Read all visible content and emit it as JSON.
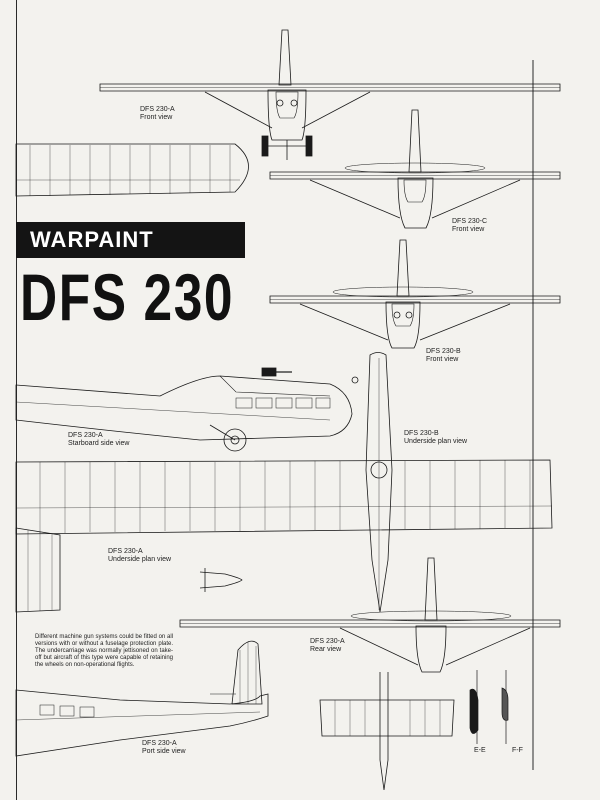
{
  "banner": "WARPAINT",
  "title": "DFS 230",
  "labels": {
    "a_front": {
      "name": "DFS 230-A",
      "view": "Front view"
    },
    "c_front": {
      "name": "DFS 230-C",
      "view": "Front view"
    },
    "b_front": {
      "name": "DFS 230-B",
      "view": "Front view"
    },
    "a_starboard": {
      "name": "DFS 230-A",
      "view": "Starboard side view"
    },
    "b_underside": {
      "name": "DFS 230-B",
      "view": "Underside plan view"
    },
    "a_underside": {
      "name": "DFS 230-A",
      "view": "Underside plan view"
    },
    "a_rear": {
      "name": "DFS 230-A",
      "view": "Rear view"
    },
    "a_port": {
      "name": "DFS 230-A",
      "view": "Port side view"
    }
  },
  "note": "Different machine gun systems could be fitted on all versions with or without a fuselage protection plate. The undercarriage was normally jettisoned on take-off but aircraft of this type were capable of retaining the wheels on non-operational flights.",
  "sections": {
    "ee": "E-E",
    "ff": "F-F"
  },
  "colors": {
    "ink": "#1a1a1a",
    "paper": "#f3f2ee",
    "banner_bg": "#141414"
  }
}
